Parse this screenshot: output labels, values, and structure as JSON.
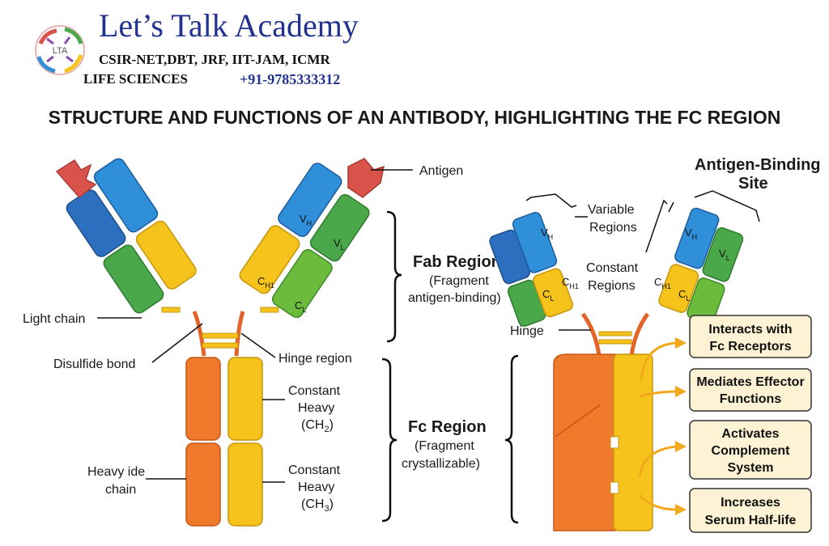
{
  "header": {
    "academy_name": "Let’s Talk Academy",
    "exams": "CSIR-NET,DBT, JRF, IIT-JAM, ICMR",
    "subject": "LIFE SCIENCES",
    "phone": "+91-9785333312",
    "logo_text": "LTA"
  },
  "title": "STRUCTURE AND FUNCTIONS OF AN ANTIBODY, HIGHLIGHTING THE FC REGION",
  "left_diagram": {
    "antigen": "Antigen",
    "light_chain": "Light chain",
    "disulfide_bond": "Disulfide bond",
    "hinge_region": "Hinge region",
    "heavy_chain": [
      "Heavy ide",
      "chain"
    ],
    "constant_heavy_2": [
      "Constant",
      "Heavy"
    ],
    "ch2": "CH",
    "ch2_sub": "2",
    "ch3": "CH",
    "ch3_sub": "3",
    "constant_heavy_3": [
      "Constant",
      "Heavy"
    ],
    "fab_title": "Fab Regions",
    "fab_sub": [
      "(Fragment",
      "antigen-binding)"
    ],
    "fc_title": "Fc Region",
    "fc_sub": [
      "(Fragment",
      "crystallizable)"
    ],
    "domains": {
      "vh": "V",
      "vh_sub": "H",
      "vl": "V",
      "vl_sub": "L",
      "ch1": "C",
      "ch1_sub": "H1",
      "cl": "C",
      "cl_sub": "L"
    }
  },
  "right_diagram": {
    "antigen_binding_site": [
      "Antigen-Binding",
      "Site"
    ],
    "variable_regions": [
      "Variable",
      "Regions"
    ],
    "constant_regions": [
      "Constant",
      "Regions"
    ],
    "hinge": "Hinge",
    "functions": [
      [
        "Interacts with",
        "Fc Receptors"
      ],
      [
        "Mediates Effector",
        "Functions"
      ],
      [
        "Activates",
        "Complement",
        "System"
      ],
      [
        "Increases",
        "Serum Half-life"
      ]
    ]
  },
  "colors": {
    "blue": "#2f8fd8",
    "dark_blue": "#2c6fbf",
    "green": "#4aa84a",
    "yellow": "#f6c21c",
    "orange": "#f07a2c",
    "antigen_red": "#d9534a",
    "box_fill": "#fdf3d4",
    "header_blue": "#22338f"
  }
}
